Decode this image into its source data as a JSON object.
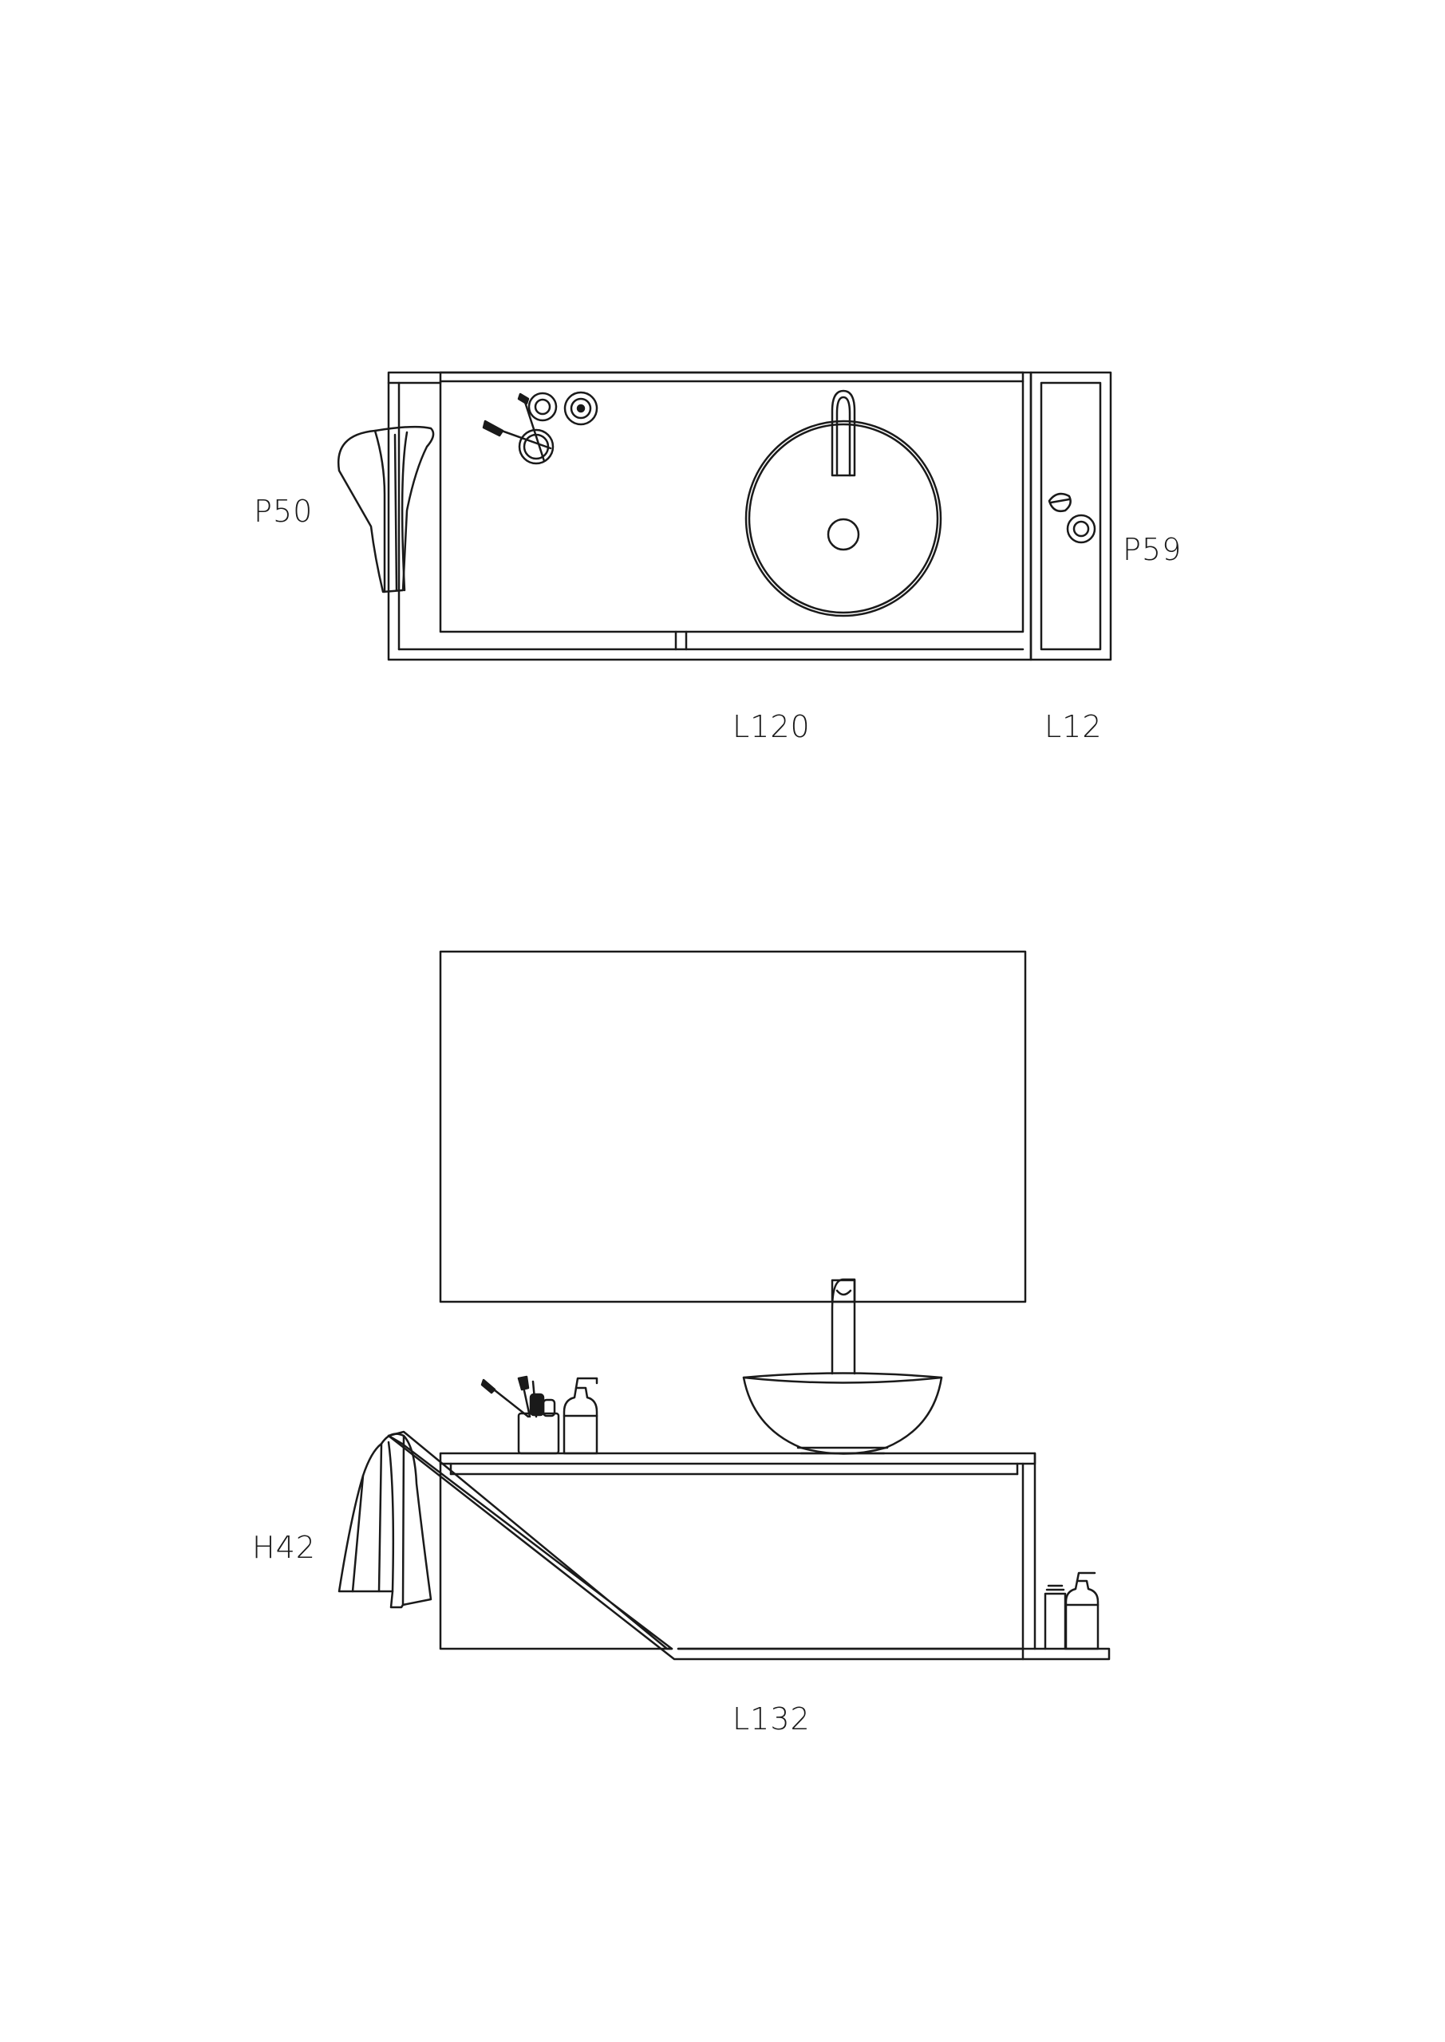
{
  "plan_view": {
    "depth_left_label": "P50",
    "depth_right_label": "P59",
    "main_width_label": "L120",
    "side_width_label": "L12"
  },
  "elevation_view": {
    "height_label": "H42",
    "total_width_label": "L132"
  },
  "colors": {
    "line": "#1a1a1a",
    "background": "#ffffff"
  }
}
